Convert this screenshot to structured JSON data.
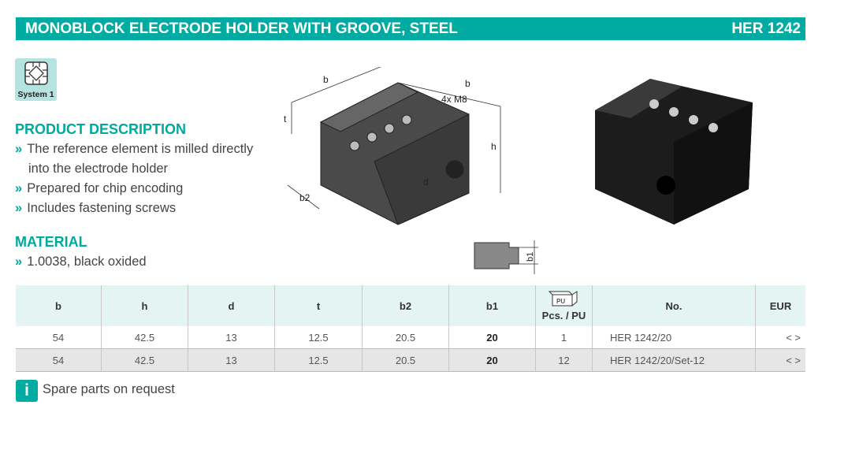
{
  "header": {
    "title": "MONOBLOCK ELECTRODE HOLDER WITH GROOVE, STEEL",
    "code": "HER 1242"
  },
  "system_badge": "System 1",
  "description": {
    "heading": "PRODUCT DESCRIPTION",
    "items": [
      "The reference element is milled directly",
      "into the electrode holder",
      "Prepared for chip encoding",
      "Includes fastening screws"
    ]
  },
  "material": {
    "heading": "MATERIAL",
    "items": [
      "1.0038, black oxided"
    ]
  },
  "drawing": {
    "labels": {
      "b_left": "b",
      "b_right": "b",
      "thread": "4x M8",
      "t": "t",
      "h": "h",
      "d": "d",
      "b2": "b2",
      "b1": "b1"
    }
  },
  "table": {
    "headers": [
      "b",
      "h",
      "d",
      "t",
      "b2",
      "b1",
      "Pcs. / PU",
      "No.",
      "EUR"
    ],
    "pu_icon_label": "PU",
    "rows": [
      [
        "54",
        "42.5",
        "13",
        "12.5",
        "20.5",
        "20",
        "1",
        "HER 1242/20",
        "< >"
      ],
      [
        "54",
        "42.5",
        "13",
        "12.5",
        "20.5",
        "20",
        "12",
        "HER 1242/20/Set-12",
        "< >"
      ]
    ]
  },
  "note": "Spare parts on request",
  "colors": {
    "accent": "#00aba1"
  }
}
